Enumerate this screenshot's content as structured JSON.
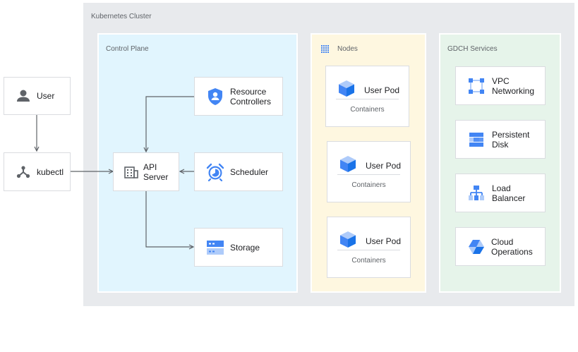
{
  "cluster": {
    "label": "Kubernetes Cluster"
  },
  "external": {
    "user": {
      "label": "User",
      "icon": "person-icon"
    },
    "kubectl": {
      "label": "kubectl",
      "icon": "kubectl-fork-icon"
    }
  },
  "control_plane": {
    "label": "Control Plane",
    "api_server": {
      "label": "API\nServer",
      "icon": "building-icon"
    },
    "resource_controllers": {
      "label": "Resource\nControllers",
      "icon": "shield-user-icon"
    },
    "scheduler": {
      "label": "Scheduler",
      "icon": "alarm-clock-icon"
    },
    "storage": {
      "label": "Storage",
      "icon": "storage-drive-icon"
    }
  },
  "nodes": {
    "label": "Nodes",
    "icon": "node-grid-icon",
    "pods": [
      {
        "title": "User Pod",
        "subtitle": "Containers",
        "icon": "cube-icon"
      },
      {
        "title": "User Pod",
        "subtitle": "Containers",
        "icon": "cube-icon"
      },
      {
        "title": "User Pod",
        "subtitle": "Containers",
        "icon": "cube-icon"
      }
    ]
  },
  "gdch_services": {
    "label": "GDCH Services",
    "items": [
      {
        "label": "VPC\nNetworking",
        "icon": "vpc-icon"
      },
      {
        "label": "Persistent\nDisk",
        "icon": "persistent-disk-icon"
      },
      {
        "label": "Load\nBalancer",
        "icon": "load-balancer-icon"
      },
      {
        "label": "Cloud\nOperations",
        "icon": "cloud-operations-icon"
      }
    ]
  },
  "colors": {
    "cluster_bg": "#e8eaed",
    "control_plane_bg": "#e1f5fe",
    "nodes_bg": "#fef7e0",
    "gdch_bg": "#e6f4ea",
    "icon_blue": "#4285f4",
    "icon_light_blue": "#aecbfa",
    "icon_gray": "#5f6368",
    "arrow": "#5f6368"
  }
}
